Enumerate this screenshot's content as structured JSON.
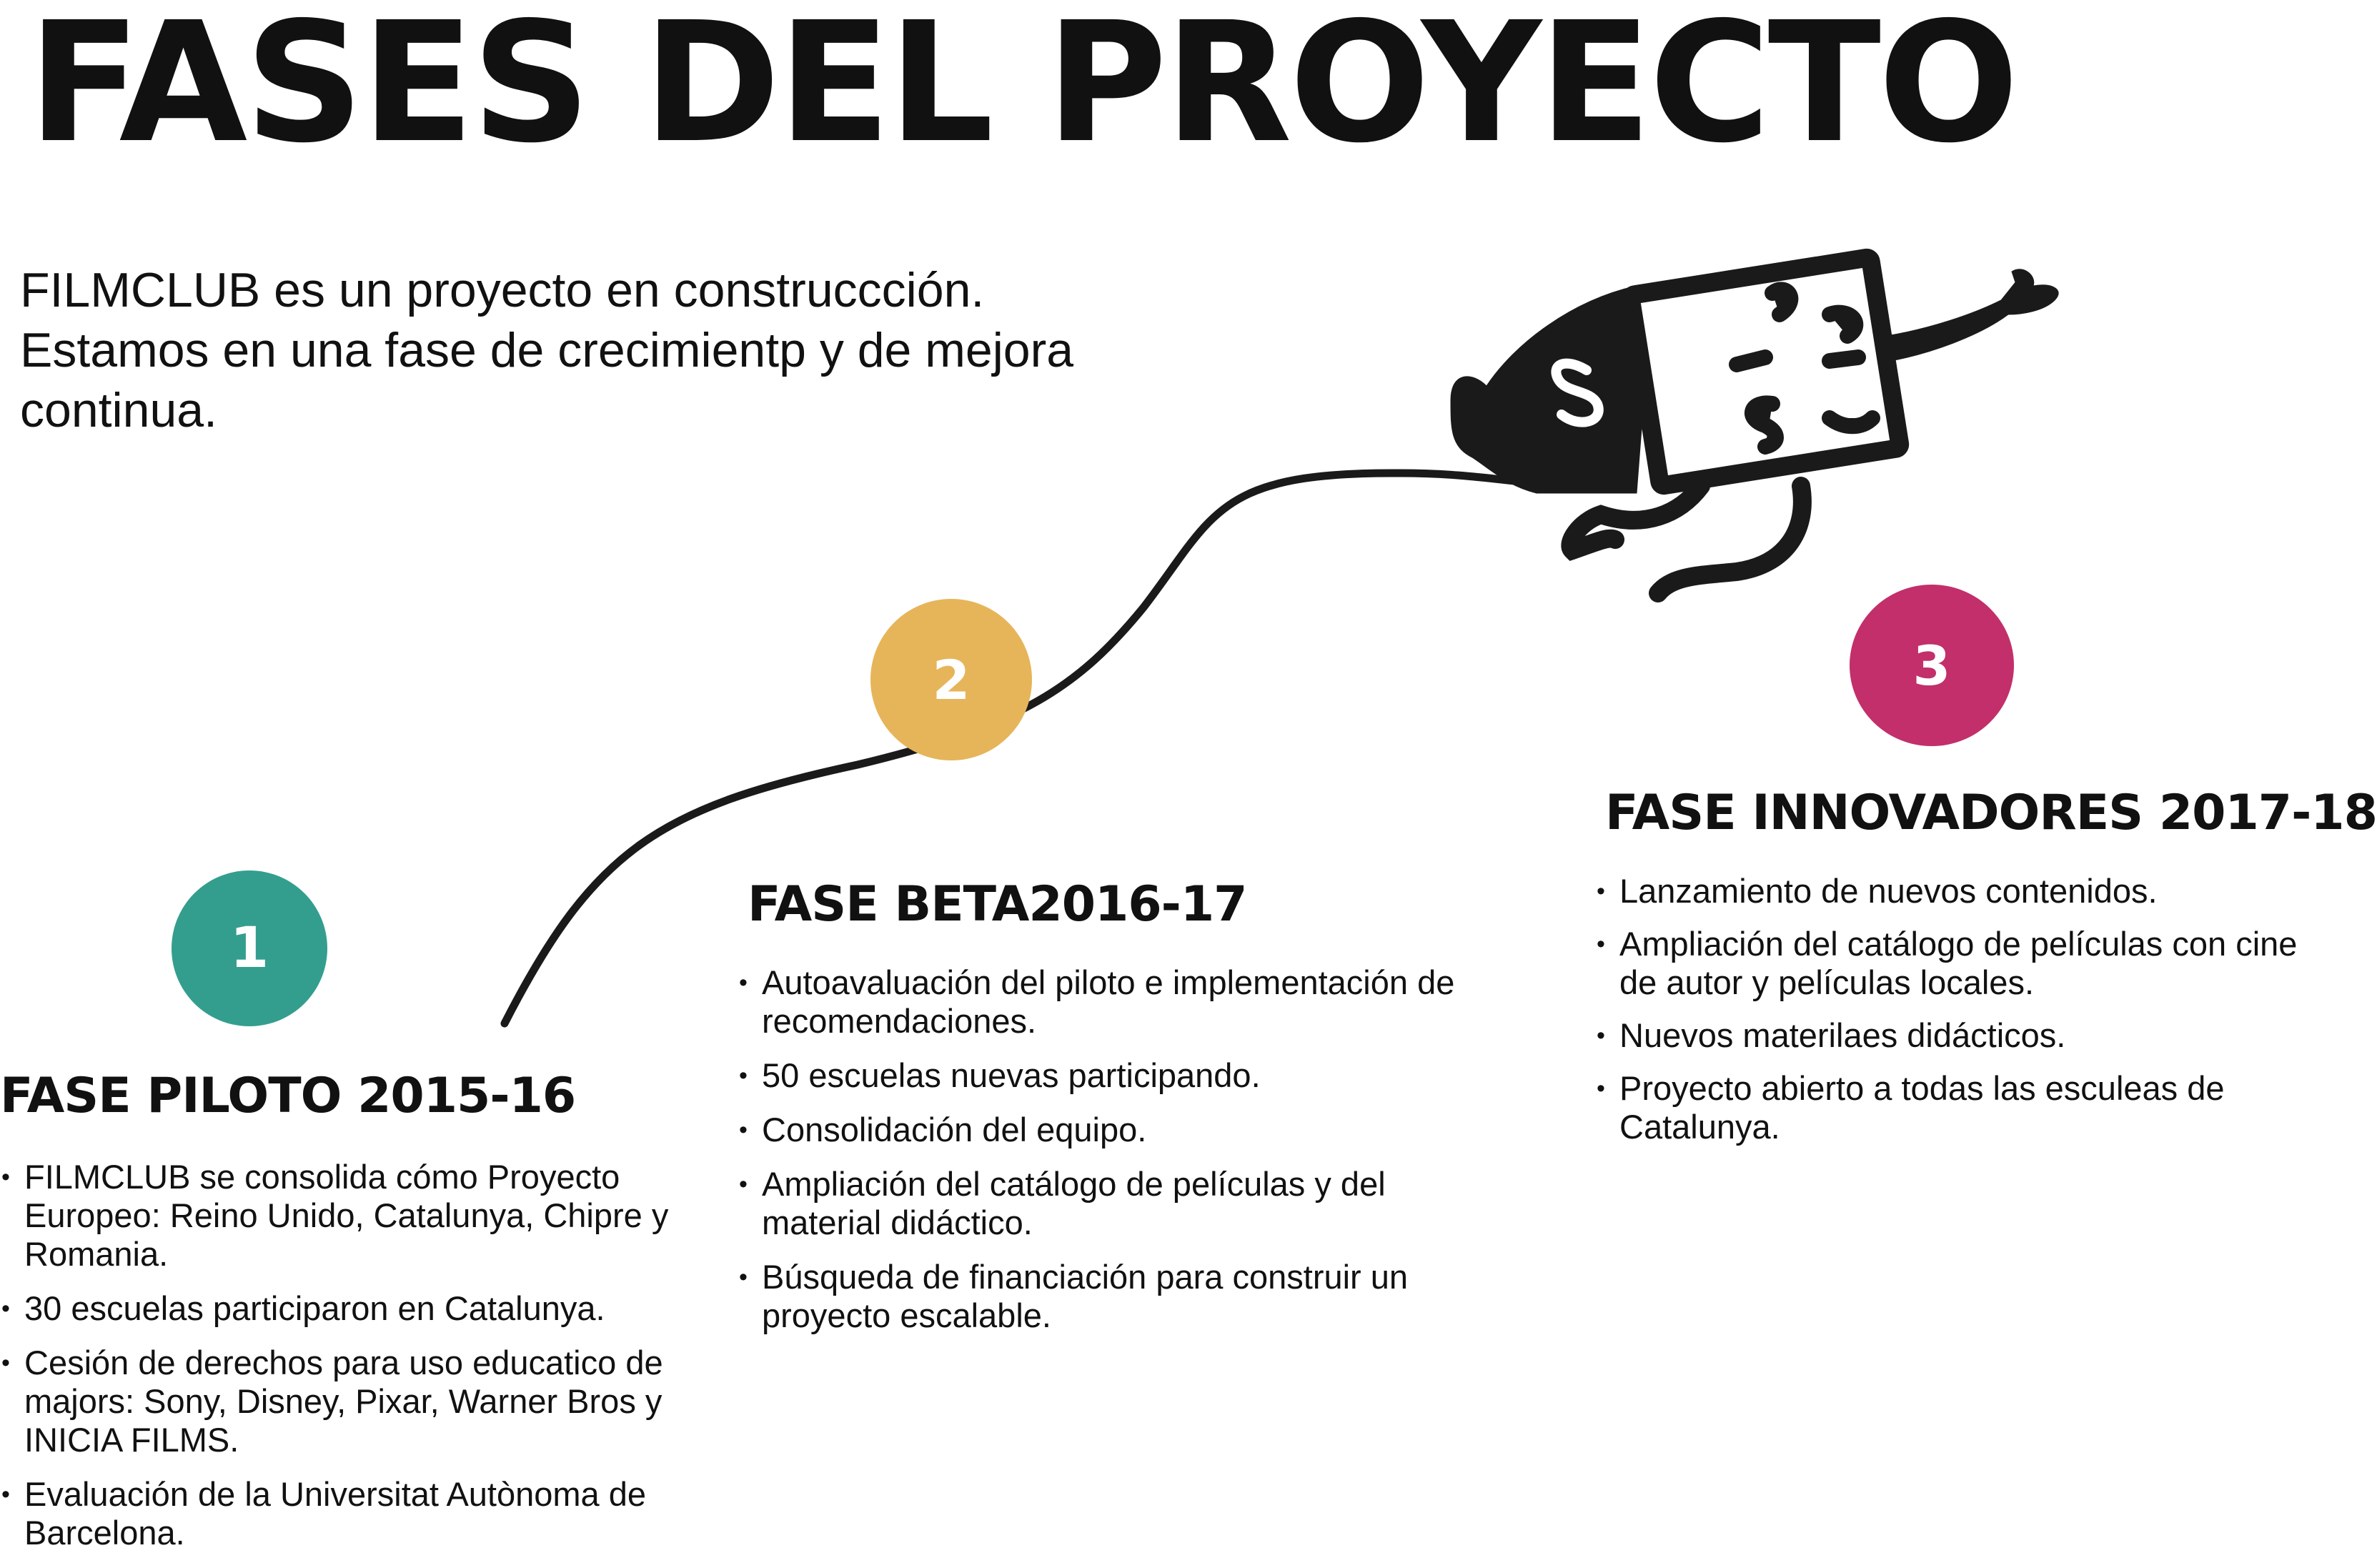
{
  "title": "FASES DEL PROYECTO",
  "intro": {
    "line1": "FILMCLUB es un proyecto en construccción.",
    "line2": "Estamos en una fase de crecimientp y de mejora",
    "line3": "continua."
  },
  "colors": {
    "phase1": "#339E8E",
    "phase2": "#E6B55A",
    "phase3": "#C22F6B",
    "path": "#1a1a1a",
    "mascot": "#1a1a1a"
  },
  "mascot": {
    "icon": "filmclub-film-mascot-icon"
  },
  "phases": [
    {
      "number": "1",
      "title": "FASE PILOTO 2015-16",
      "items": [
        "FILMCLUB se consolida cómo Proyecto Europeo: Reino Unido, Catalunya, Chipre y Romania.",
        "30 escuelas participaron en Catalunya.",
        "Cesión de derechos para uso educatico de majors: Sony, Disney, Pixar, Warner Bros y INICIA FILMS.",
        "Evaluación de la Universitat Autònoma de Barcelona."
      ]
    },
    {
      "number": "2",
      "title": "FASE BETA2016-17",
      "items": [
        "Autoavaluación del piloto e implementación de recomendaciones.",
        "50 escuelas nuevas participando.",
        "Consolidación del equipo.",
        "Ampliación del catálogo de películas y del material didáctico.",
        "Búsqueda de financiación para construir un proyecto escalable."
      ]
    },
    {
      "number": "3",
      "title": "FASE INNOVADORES 2017-18",
      "items": [
        "Lanzamiento de nuevos contenidos.",
        "Ampliación del catálogo de películas con cine de autor y películas locales.",
        "Nuevos materilaes didácticos.",
        "Proyecto abierto a todas las esculeas de Catalunya."
      ]
    }
  ]
}
